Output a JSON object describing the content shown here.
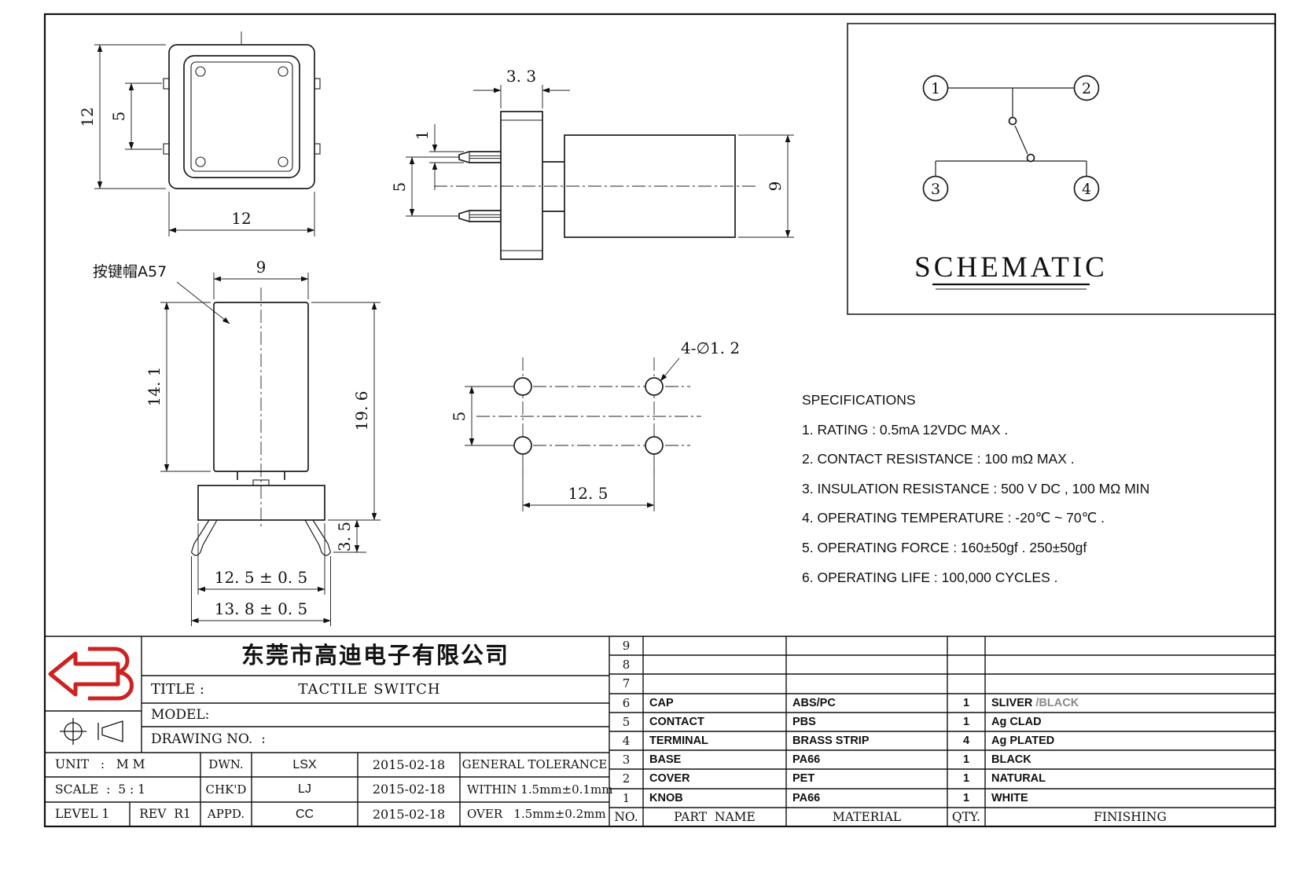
{
  "colors": {
    "logo_red": "#cc2222"
  },
  "views": {
    "top": {
      "dim_height": "12",
      "dim_tab_pitch": "5",
      "dim_width": "12"
    },
    "side": {
      "dim_flange": "3. 3",
      "dim_pin_dia": "1",
      "dim_pin_pitch": "5",
      "dim_body": "9"
    },
    "front": {
      "cap_label": "按键帽A57",
      "dim_cap_width": "9",
      "dim_cap_height": "14. 1",
      "dim_total_height": "19. 6",
      "dim_leg": "3. 5",
      "dim_base_width": "12. 5 ± 0. 5",
      "dim_outer_width": "13. 8 ± 0. 5"
    },
    "pcb": {
      "hole_label": "4-∅1. 2",
      "dim_row_pitch": "5",
      "dim_col_pitch": "12. 5"
    },
    "schematic": {
      "title": "SCHEMATIC",
      "pin1": "1",
      "pin2": "2",
      "pin3": "3",
      "pin4": "4"
    }
  },
  "specifications": {
    "title": "SPECIFICATIONS",
    "items": [
      "1. RATING : 0.5mA 12VDC MAX .",
      "2. CONTACT RESISTANCE : 100 mΩ MAX .",
      "3. INSULATION RESISTANCE : 500 V DC , 100 MΩ MIN",
      "4. OPERATING TEMPERATURE : -20℃ ~ 70℃ .",
      "5. OPERATING FORCE : 160±50gf . 250±50gf",
      "6. OPERATING LIFE : 100,000 CYCLES ."
    ]
  },
  "title_block": {
    "company": "东莞市高迪电子有限公司",
    "title_label": "TITLE :",
    "title_value": "TACTILE SWITCH",
    "model_label": "MODEL:",
    "drawing_no_label": "DRAWING NO.  :",
    "unit": "UNIT   :   M M",
    "dwn_label": "DWN.",
    "dwn_value": "LSX",
    "dwn_date": "2015-02-18",
    "tolerance_title": "GENERAL TOLERANCE",
    "scale": "SCALE  :  5 : 1",
    "chk_label": "CHK'D",
    "chk_value": "LJ",
    "chk_date": "2015-02-18",
    "tolerance_within": "WITHIN 1.5mm±0.1mm",
    "level": "LEVEL 1",
    "rev": "REV  R1",
    "appd_label": "APPD.",
    "appd_value": "CC",
    "appd_date": "2015-02-18",
    "tolerance_over": "OVER   1.5mm±0.2mm"
  },
  "parts_table": {
    "header": {
      "no": "NO.",
      "part": "PART  NAME",
      "material": "MATERIAL",
      "qty": "QTY.",
      "finishing": "FINISHING"
    },
    "rows": [
      {
        "no": "9"
      },
      {
        "no": "8"
      },
      {
        "no": "7"
      },
      {
        "no": "6",
        "part": "CAP",
        "material": "ABS/PC",
        "qty": "1",
        "finishing": "SLIVER ",
        "finishing2": "/BLACK"
      },
      {
        "no": "5",
        "part": "CONTACT",
        "material": "PBS",
        "qty": "1",
        "finishing": "Ag CLAD"
      },
      {
        "no": "4",
        "part": "TERMINAL",
        "material": "BRASS STRIP",
        "qty": "4",
        "finishing": "Ag PLATED"
      },
      {
        "no": "3",
        "part": "BASE",
        "material": "PA66",
        "qty": "1",
        "finishing": "BLACK"
      },
      {
        "no": "2",
        "part": "COVER",
        "material": "PET",
        "qty": "1",
        "finishing": "NATURAL"
      },
      {
        "no": "1",
        "part": "KNOB",
        "material": "PA66",
        "qty": "1",
        "finishing": "WHITE"
      }
    ]
  }
}
